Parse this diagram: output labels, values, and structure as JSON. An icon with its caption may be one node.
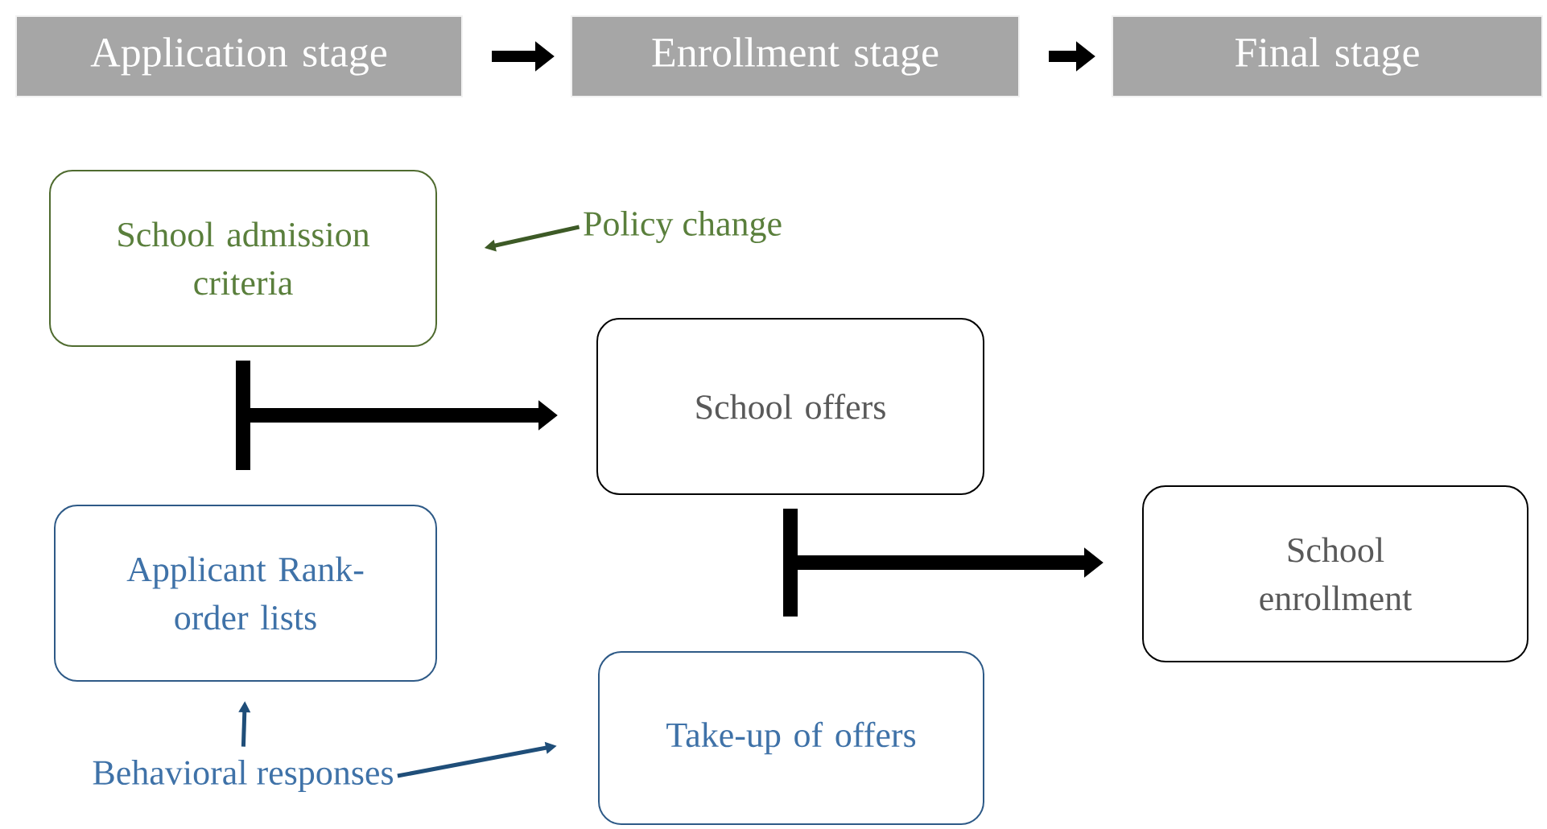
{
  "diagram": {
    "nodes": [
      {
        "text": [
          "Application stage"
        ]
      },
      {
        "text": [
          "Enrollment stage"
        ]
      },
      {
        "text": [
          "Final stage"
        ]
      },
      {
        "text": [
          "School admission criteria"
        ]
      },
      {
        "text": [
          "Policy change"
        ]
      },
      {
        "text": [
          "School offers"
        ]
      },
      {
        "text": [
          "Applicant Rank-order lists"
        ]
      },
      {
        "text": [
          "Behavioral responses"
        ]
      },
      {
        "text": [
          "Take-up of offers"
        ]
      },
      {
        "text": [
          "School enrollment"
        ]
      }
    ],
    "edges": [
      {
        "from": 0,
        "to": 1,
        "arrow": "to"
      },
      {
        "from": 1,
        "to": 2,
        "arrow": "to"
      },
      {
        "from": 4,
        "to": 3,
        "arrow": "to",
        "color": "#3d5a26"
      },
      {
        "from": 3,
        "to": 5,
        "arrow": "to"
      },
      {
        "from": 6,
        "to": 5,
        "arrow": "to"
      },
      {
        "from": 7,
        "to": 6,
        "arrow": "to",
        "color": "#1f4e79"
      },
      {
        "from": 7,
        "to": 8,
        "arrow": "to",
        "color": "#1f4e79"
      },
      {
        "from": 5,
        "to": 9,
        "arrow": "to"
      },
      {
        "from": 8,
        "to": 9,
        "arrow": "to"
      }
    ]
  }
}
